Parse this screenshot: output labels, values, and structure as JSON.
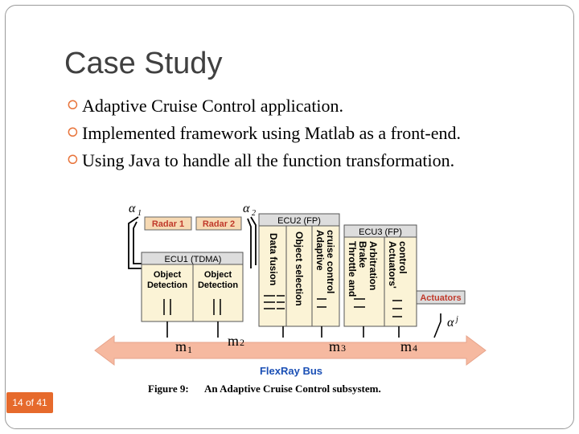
{
  "slide": {
    "title": "Case Study",
    "bullets": [
      "Adaptive Cruise Control application.",
      "Implemented framework using Matlab as a front-end.",
      "Using Java to handle all the function transformation."
    ],
    "page_number": "14 of 41"
  },
  "figure": {
    "alpha1": "α",
    "alpha1_sub": "1",
    "alpha2": "α",
    "alpha2_sub": "2",
    "alpha_j": "α",
    "alpha_j_sup": "j",
    "radar1": "Radar 1",
    "radar2": "Radar 2",
    "ecu1": "ECU1 (TDMA)",
    "ecu2": "ECU2 (FP)",
    "ecu3": "ECU3 (FP)",
    "obj_det_1_line1": "Object",
    "obj_det_1_line2": "Detection",
    "obj_det_2_line1": "Object",
    "obj_det_2_line2": "Detection",
    "data_fusion": "Data fusion",
    "object_selection": "Object selection",
    "adaptive_cc_line1": "Adaptive",
    "adaptive_cc_line2": "cruise control",
    "throttle_line1": "Throttle and",
    "throttle_line2": "Brake",
    "throttle_line3": "Arbitration",
    "actuators_ctrl_line1": "Actuators'",
    "actuators_ctrl_line2": "control",
    "actuators": "Actuators",
    "m1": "m",
    "m1_sub": "1",
    "m2": "m",
    "m2_sub": "2",
    "m3": "m",
    "m3_sub": "3",
    "m4": "m",
    "m4_sub": "4",
    "bus_label": "FlexRay Bus",
    "caption_bold": "Figure 9:",
    "caption_rest": "An Adaptive Cruise Control subsystem.",
    "colors": {
      "box_fill": "#fbf3d6",
      "radar_fill": "#f6d9b3",
      "label_red": "#c0392b",
      "bus_fill": "#f6b9a0",
      "bus_label": "#1a4fb5"
    }
  }
}
